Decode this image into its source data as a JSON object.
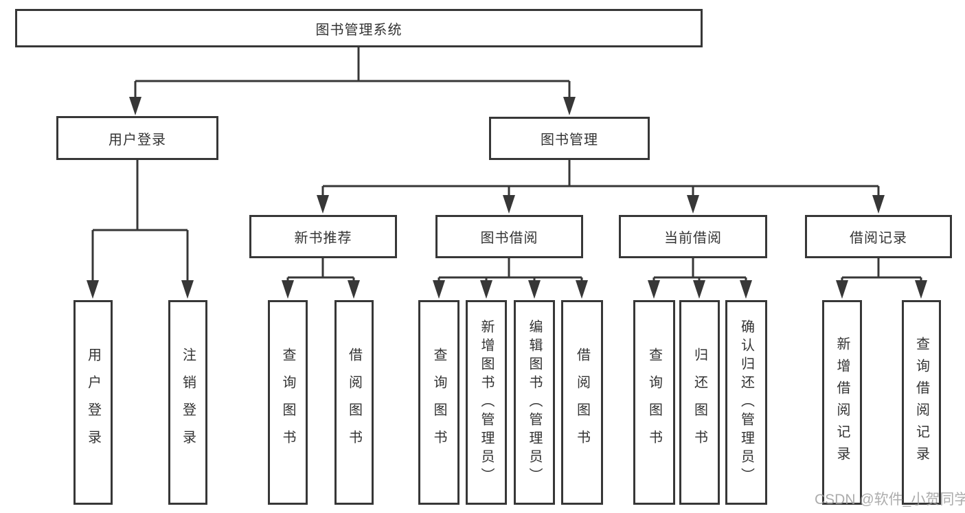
{
  "nodes": {
    "root": "图书管理系统",
    "login": "用户登录",
    "manage": "图书管理",
    "recommend": "新书推荐",
    "borrow": "图书借阅",
    "current": "当前借阅",
    "records": "借阅记录"
  },
  "leaves": {
    "login": [
      "用户登录",
      "注销登录"
    ],
    "recommend": [
      "查询图书",
      "借阅图书"
    ],
    "borrow": [
      "查询图书",
      "新增图书（管理员）",
      "编辑图书（管理员）",
      "借阅图书"
    ],
    "current": [
      "查询图书",
      "归还图书",
      "确认归还（管理员）"
    ],
    "records": [
      "新增借阅记录",
      "查询借阅记录"
    ]
  },
  "watermark": "CSDN @软件_小贺同学",
  "colors": {
    "line": "#373737",
    "text": "#333333",
    "watermark": "#9e9e9e",
    "background": "#ffffff"
  }
}
